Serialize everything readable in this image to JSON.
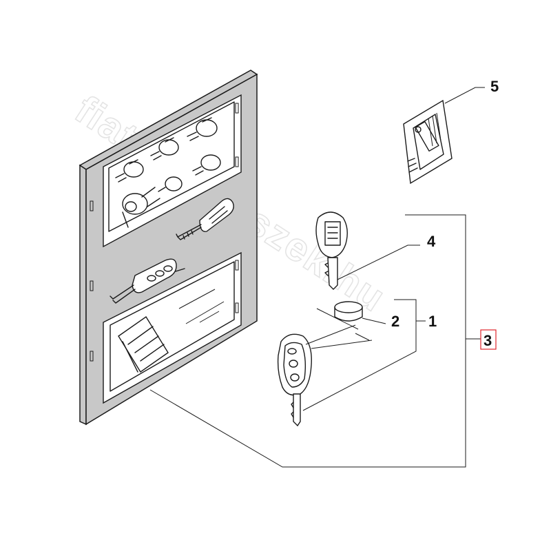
{
  "watermark": "fiatalkatreszek.hu",
  "callouts": {
    "part_1": "1",
    "part_2": "2",
    "part_3": "3",
    "part_4": "4",
    "part_5": "5"
  },
  "highlight": {
    "callout": "3",
    "color": "#e0242b"
  },
  "colors": {
    "line": "#1a1a1a",
    "panel_fill": "#c8c8c8",
    "background": "#ffffff"
  }
}
